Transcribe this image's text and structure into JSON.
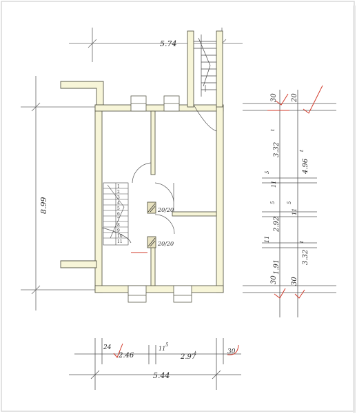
{
  "plan": {
    "top_width": "5.74",
    "left_height": "8.99",
    "bottom_total": "5.44",
    "bottom_segments": [
      "24",
      "2.46",
      "11",
      "5",
      "2.97",
      "t",
      "30"
    ],
    "right_col_a": [
      "30",
      "3.32",
      "t",
      "11",
      "5",
      "2.92",
      "5",
      "11",
      "1.91",
      "30"
    ],
    "right_col_b": [
      "20",
      "4.96",
      "t",
      "11",
      "5",
      "3.32",
      "t",
      "30"
    ],
    "stair_labels": [
      "1",
      "2",
      "3",
      "4",
      "5",
      "6",
      "7",
      "8",
      "9",
      "10",
      "11"
    ],
    "chimney_labels": [
      "20/20",
      "20/20"
    ]
  },
  "colors": {
    "ink": "#3a3a3a",
    "wall_fill": "#f7f5d8",
    "wall_stroke": "#5a5a4a",
    "check_red": "#d23a2a",
    "dim_line": "#555555"
  }
}
